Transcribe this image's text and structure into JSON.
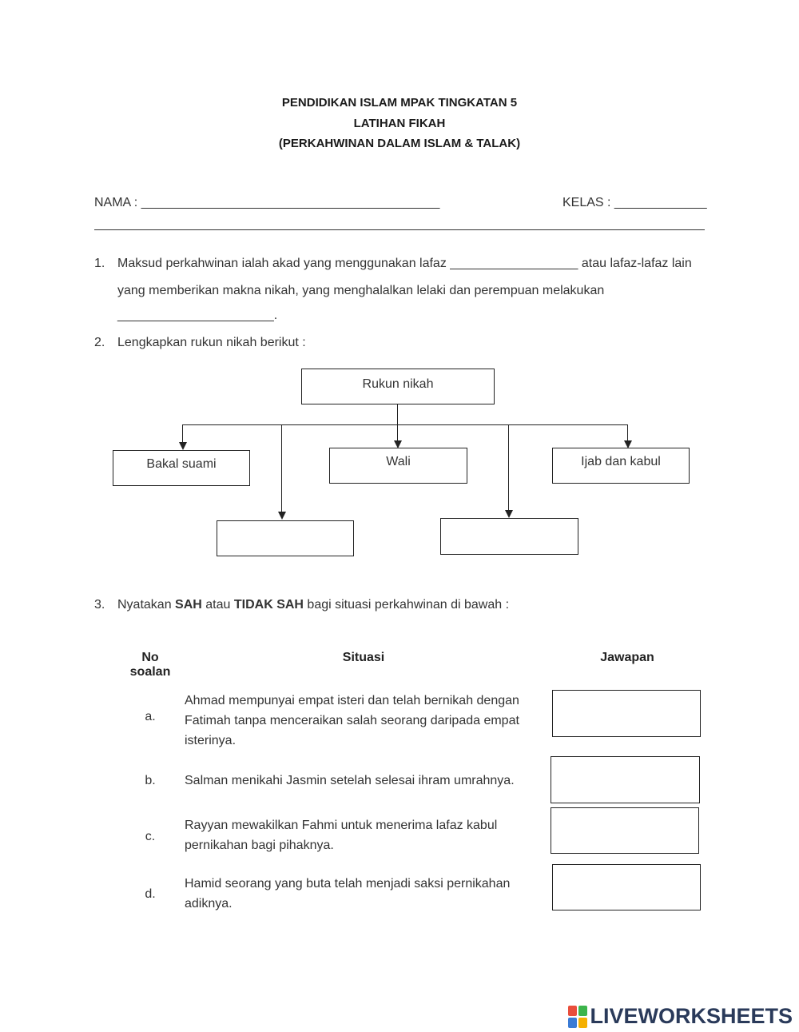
{
  "header": {
    "line1": "PENDIDIKAN ISLAM MPAK TINGKATAN 5",
    "line2": "LATIHAN FIKAH",
    "line3": "(PERKAHWINAN DALAM ISLAM & TALAK)"
  },
  "student": {
    "nama_label": "NAMA : ",
    "nama_blank": "__________________________________________",
    "kelas_label": "KELAS : ",
    "kelas_blank": "_____________",
    "divider": "________________________________________________________________________________________"
  },
  "q1": {
    "num": "1.",
    "line1_a": "Maksud perkahwinan ialah akad yang menggunakan lafaz ",
    "blank1": "__________________",
    "line1_b": " atau lafaz-lafaz lain",
    "line2": "yang memberikan makna nikah, yang menghalalkan lelaki dan perempuan melakukan",
    "blank2": "______________________."
  },
  "q2": {
    "num": "2.",
    "text": "Lengkapkan rukun nikah berikut :",
    "root": "Rukun nikah",
    "node1": "Bakal suami",
    "node2": "Wali",
    "node3": "Ijab dan kabul",
    "node4": "",
    "node5": ""
  },
  "q3": {
    "num": "3.",
    "text_a": "Nyatakan ",
    "bold1": "SAH",
    "text_b": " atau ",
    "bold2": "TIDAK SAH",
    "text_c": " bagi situasi perkahwinan di bawah :",
    "col_no_1": "No",
    "col_no_2": "soalan",
    "col_situasi": "Situasi",
    "col_jawapan": "Jawapan",
    "rows": [
      {
        "label": "a.",
        "text": "Ahmad mempunyai empat isteri dan telah bernikah dengan Fatimah tanpa menceraikan salah seorang daripada empat isterinya."
      },
      {
        "label": "b.",
        "text": "Salman menikahi Jasmin setelah selesai ihram umrahnya."
      },
      {
        "label": "c.",
        "text": "Rayyan mewakilkan Fahmi untuk menerima lafaz kabul pernikahan bagi pihaknya."
      },
      {
        "label": "d.",
        "text": "Hamid seorang yang buta telah menjadi saksi pernikahan adiknya."
      }
    ]
  },
  "brand": {
    "name": "LIVEWORKSHEETS",
    "logo_colors": [
      "#e94e3c",
      "#3cb44b",
      "#3a7bd5",
      "#f5b000"
    ]
  }
}
